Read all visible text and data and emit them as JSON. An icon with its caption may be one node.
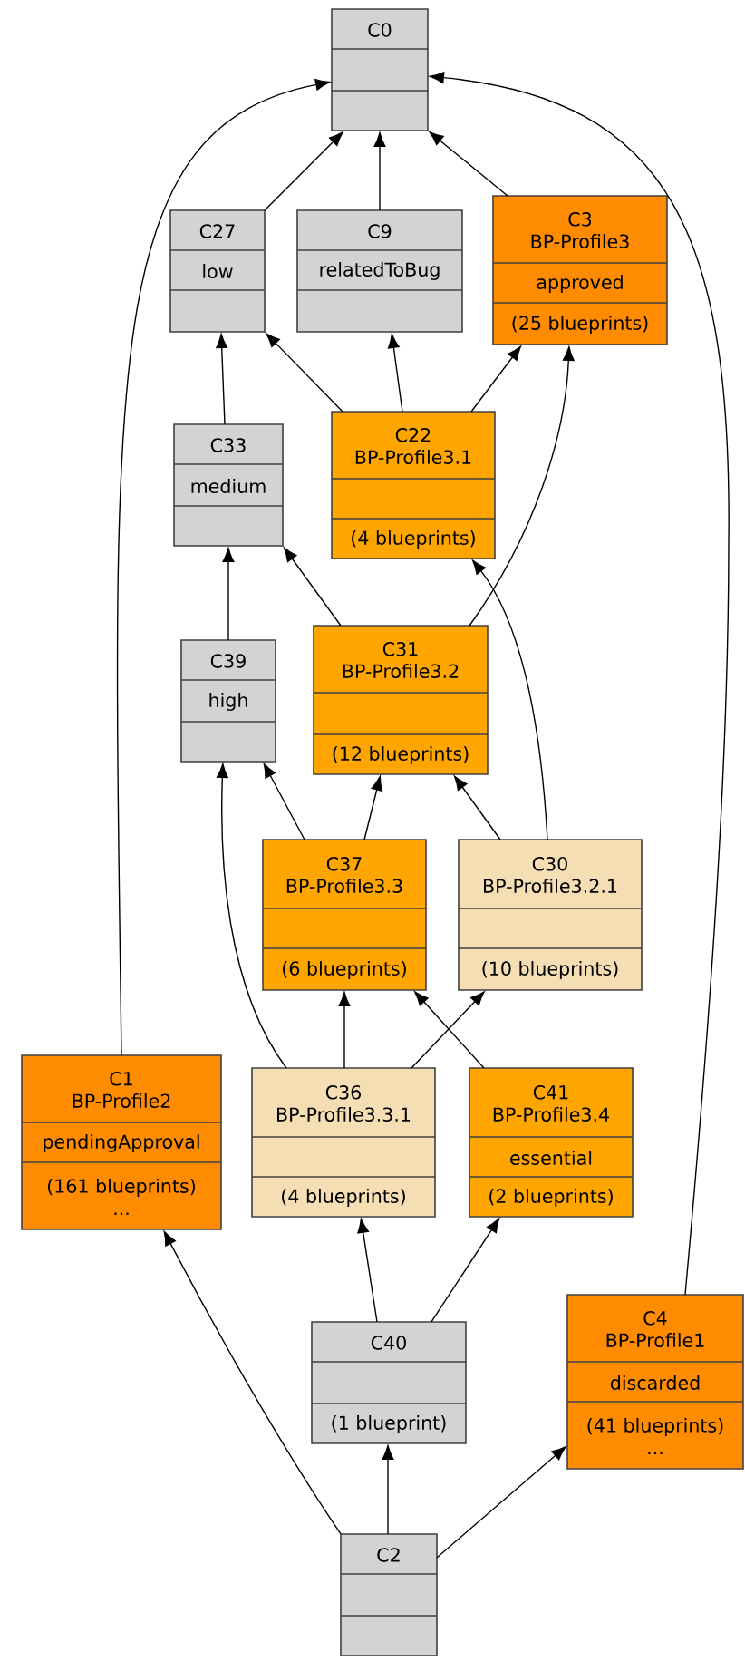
{
  "diagram": {
    "nodes": [
      {
        "text": [
          "C0"
        ]
      },
      {
        "text": [
          "C27",
          "low"
        ]
      },
      {
        "text": [
          "C9",
          "relatedToBug"
        ]
      },
      {
        "text": [
          "C3",
          "BP-Profile3",
          "approved",
          "(25 blueprints)"
        ]
      },
      {
        "text": [
          "C33",
          "medium"
        ]
      },
      {
        "text": [
          "C22",
          "BP-Profile3.1",
          "(4 blueprints)"
        ]
      },
      {
        "text": [
          "C39",
          "high"
        ]
      },
      {
        "text": [
          "C31",
          "BP-Profile3.2",
          "(12 blueprints)"
        ]
      },
      {
        "text": [
          "C37",
          "BP-Profile3.3",
          "(6 blueprints)"
        ]
      },
      {
        "text": [
          "C30",
          "BP-Profile3.2.1",
          "(10 blueprints)"
        ]
      },
      {
        "text": [
          "C1",
          "BP-Profile2",
          "pendingApproval",
          "(161 blueprints)",
          "..."
        ]
      },
      {
        "text": [
          "C36",
          "BP-Profile3.3.1",
          "(4 blueprints)"
        ]
      },
      {
        "text": [
          "C41",
          "BP-Profile3.4",
          "essential",
          "(2 blueprints)"
        ]
      },
      {
        "text": [
          "C40",
          "(1 blueprint)"
        ]
      },
      {
        "text": [
          "C4",
          "BP-Profile1",
          "discarded",
          "(41 blueprints)",
          "..."
        ]
      },
      {
        "text": [
          "C2"
        ]
      }
    ],
    "edges": [
      {
        "from": 1,
        "to": 0,
        "arrow": "to"
      },
      {
        "from": 2,
        "to": 0,
        "arrow": "to"
      },
      {
        "from": 3,
        "to": 0,
        "arrow": "to"
      },
      {
        "from": 10,
        "to": 0,
        "arrow": "to"
      },
      {
        "from": 14,
        "to": 0,
        "arrow": "to"
      },
      {
        "from": 4,
        "to": 1,
        "arrow": "to"
      },
      {
        "from": 5,
        "to": 1,
        "arrow": "to"
      },
      {
        "from": 5,
        "to": 2,
        "arrow": "to"
      },
      {
        "from": 5,
        "to": 3,
        "arrow": "to"
      },
      {
        "from": 7,
        "to": 4,
        "arrow": "to"
      },
      {
        "from": 7,
        "to": 3,
        "arrow": "to"
      },
      {
        "from": 6,
        "to": 4,
        "arrow": "to"
      },
      {
        "from": 8,
        "to": 6,
        "arrow": "to"
      },
      {
        "from": 8,
        "to": 7,
        "arrow": "to"
      },
      {
        "from": 9,
        "to": 7,
        "arrow": "to"
      },
      {
        "from": 9,
        "to": 5,
        "arrow": "to"
      },
      {
        "from": 11,
        "to": 6,
        "arrow": "to"
      },
      {
        "from": 11,
        "to": 8,
        "arrow": "to"
      },
      {
        "from": 11,
        "to": 9,
        "arrow": "to"
      },
      {
        "from": 12,
        "to": 8,
        "arrow": "to"
      },
      {
        "from": 13,
        "to": 11,
        "arrow": "to"
      },
      {
        "from": 13,
        "to": 12,
        "arrow": "to"
      },
      {
        "from": 15,
        "to": 10,
        "arrow": "to"
      },
      {
        "from": 15,
        "to": 13,
        "arrow": "to"
      },
      {
        "from": 15,
        "to": 14,
        "arrow": "to"
      }
    ]
  }
}
